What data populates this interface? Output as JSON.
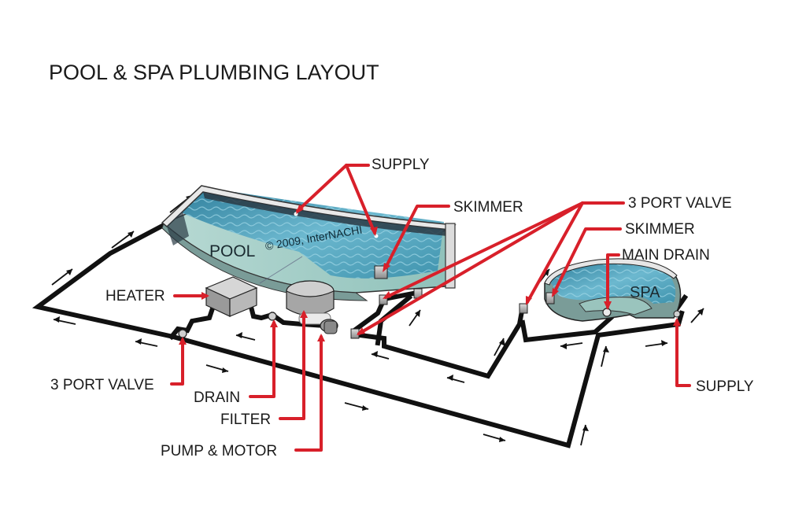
{
  "title": "POOL & SPA PLUMBING LAYOUT",
  "watermark": "© 2009, InterNACHI",
  "labels": {
    "pool": "POOL",
    "spa": "SPA",
    "supply_top": "SUPPLY",
    "skimmer_pool": "SKIMMER",
    "valve_right": "3 PORT VALVE",
    "skimmer_spa": "SKIMMER",
    "main_drain": "MAIN DRAIN",
    "heater": "HEATER",
    "valve_left": "3 PORT VALVE",
    "drain": "DRAIN",
    "filter": "FILTER",
    "pump_motor": "PUMP & MOTOR",
    "supply_spa": "SUPPLY"
  },
  "colors": {
    "pointer": "#d8202a",
    "pipe": "#111111",
    "water": "#5aa8c0",
    "pool_floor": "#a9cfc9"
  }
}
